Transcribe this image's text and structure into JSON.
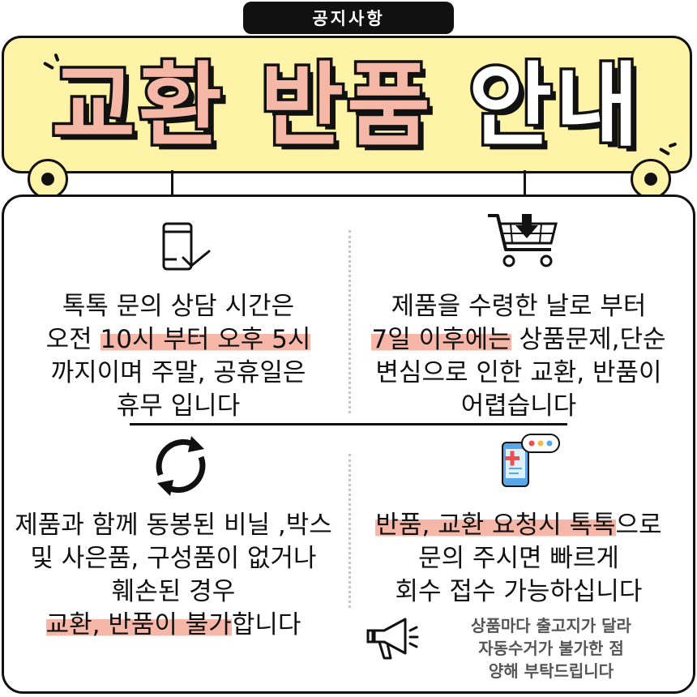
{
  "header": {
    "notice_label": "공지사항",
    "title_part1": "교환 반품",
    "title_part2": "안내"
  },
  "sections": {
    "consult_hours": {
      "icon": "phone-check-icon",
      "lines": [
        "톡톡 문의 상담 시간은",
        "오전 ",
        "10시 부터 오후 5시",
        "까지이며 주말, 공휴일은",
        "휴무 입니다"
      ]
    },
    "return_period": {
      "icon": "shopping-cart-download-icon",
      "lines": [
        "제품을 수령한 날로 부터",
        "7일 이후에는",
        " 상품문제,단순",
        "변심으로 인한 교환, 반품이",
        "어렵습니다"
      ]
    },
    "not_refundable": {
      "icon": "refresh-arrows-icon",
      "lines": [
        "제품과 함께 동봉된 비닐 ,박스",
        "및 사은품, 구성품이 없거나",
        "훼손된 경우",
        "교환, 반품이 불가",
        "합니다"
      ]
    },
    "request_process": {
      "icon": "phone-chat-icon",
      "lines": [
        "반품, 교환 요청시 톡톡",
        "으로",
        "문의 주시면 빠르게",
        "회수 접수 가능하십니다"
      ]
    },
    "shipping_note": {
      "icon": "megaphone-icon",
      "lines": [
        "상품마다 출고지가 달라",
        "자동수거가 불가한 점",
        "양해 부탁드립니다"
      ]
    }
  },
  "colors": {
    "highlight": "#f7b7a8",
    "banner_bg": "#fff3a8",
    "title_pink": "#f6b8a6",
    "accent_red": "#ef4f4f",
    "accent_blue": "#5aa7e8"
  }
}
